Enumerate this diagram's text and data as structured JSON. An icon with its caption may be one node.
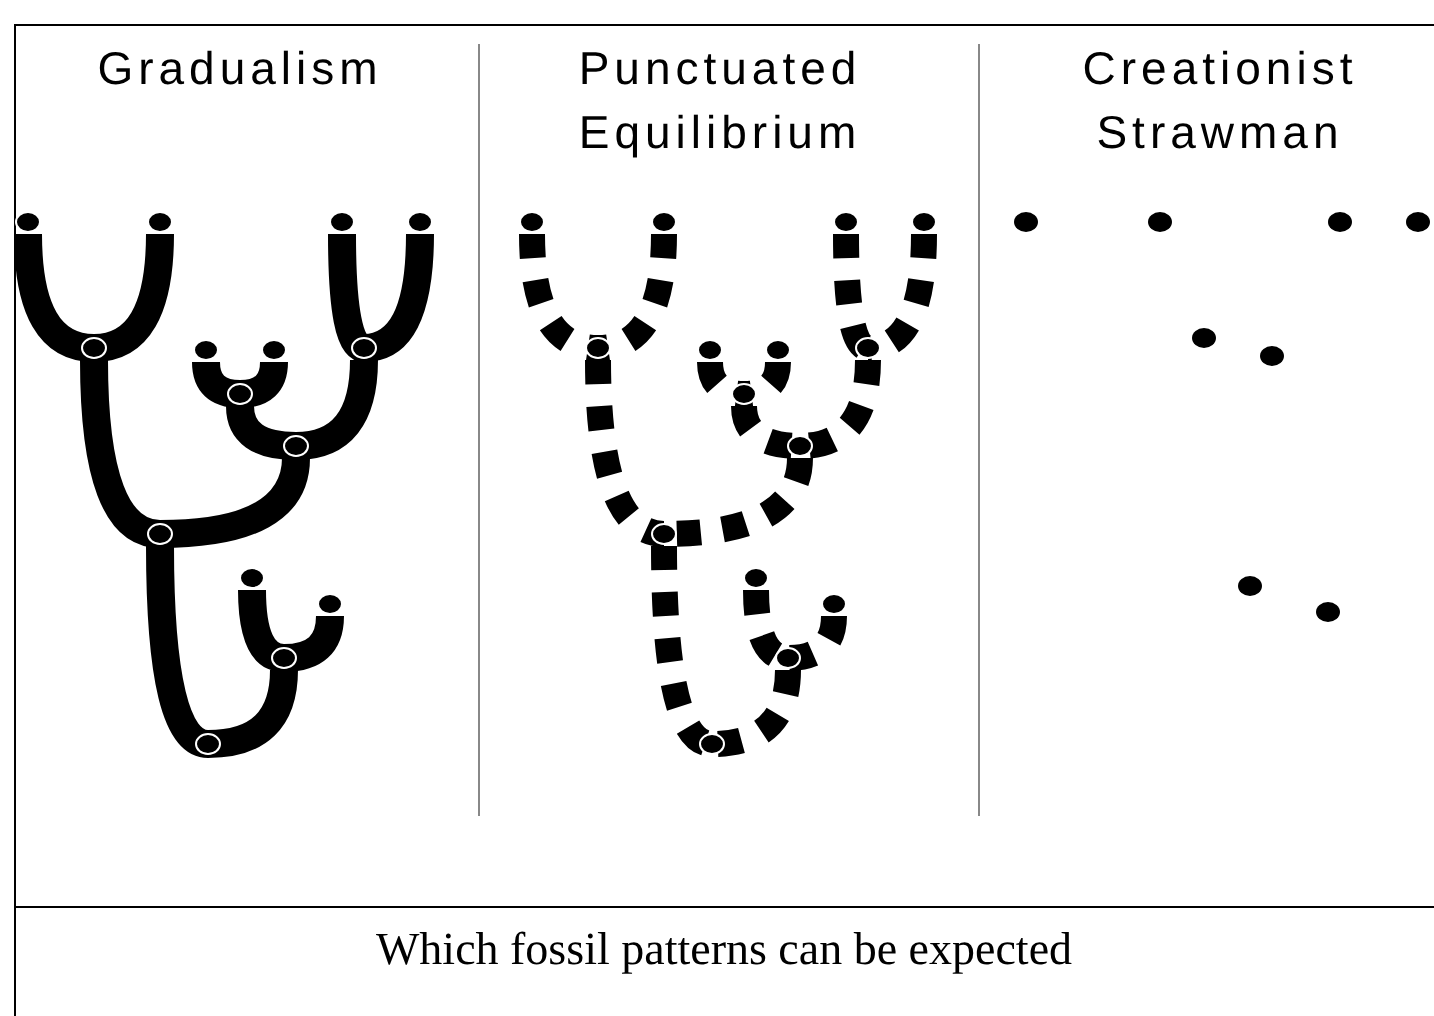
{
  "diagram": {
    "labels": [
      "Gradualism",
      "Punctuated Equilibrium",
      "Creationist Strawman"
    ],
    "caption": "Which fossil patterns can be expected"
  }
}
